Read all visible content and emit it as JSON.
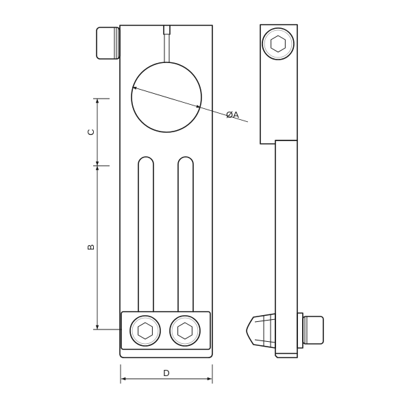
{
  "dimensions": {
    "diameter": {
      "symbol": "Ø",
      "letter": "A"
    },
    "b": "B",
    "c": "C",
    "d": "D"
  }
}
